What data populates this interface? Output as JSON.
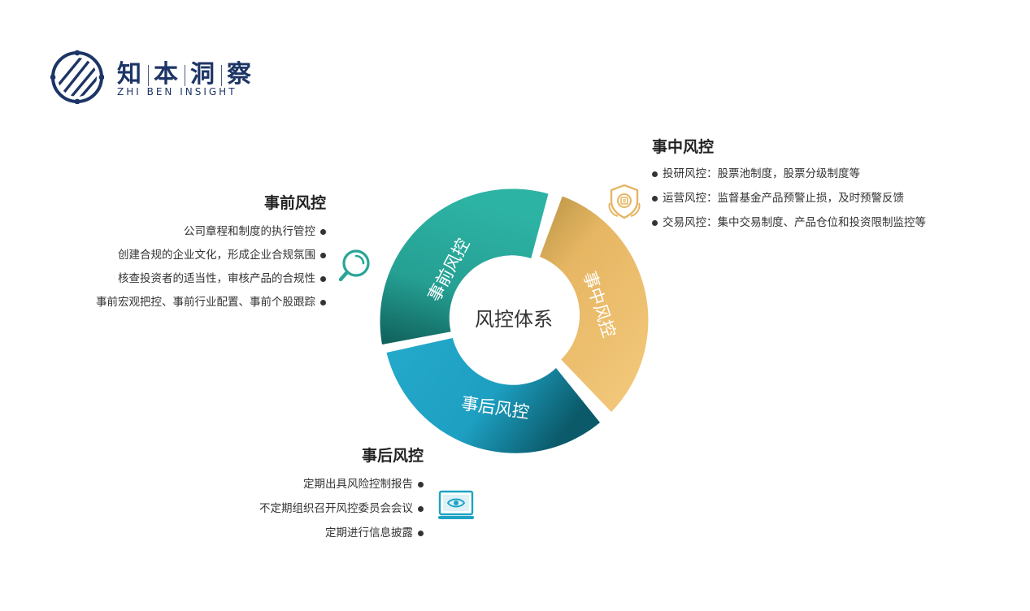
{
  "logo": {
    "cn_chars": [
      "知",
      "本",
      "洞",
      "察"
    ],
    "en": "ZHI BEN INSIGHT"
  },
  "center": {
    "label": "风控体系"
  },
  "segments": [
    {
      "label": "事前风控",
      "color": "#28a597"
    },
    {
      "label": "事中风控",
      "color": "#e6b663"
    },
    {
      "label": "事后风控",
      "color": "#1fa3c4"
    }
  ],
  "pre": {
    "title": "事前风控",
    "items": [
      "公司章程和制度的执行管控",
      "创建合规的企业文化，形成企业合规氛围",
      "核查投资者的适当性，审核产品的合规性",
      "事前宏观把控、事前行业配置、事前个股跟踪"
    ],
    "icon": "search-icon"
  },
  "mid": {
    "title": "事中风控",
    "items": [
      "投研风控：股票池制度，股票分级制度等",
      "运营风控：监督基金产品预警止损，及时预警反馈",
      "交易风控：集中交易制度、产品仓位和投资限制监控等"
    ],
    "icon": "shield-badge-icon"
  },
  "post": {
    "title": "事后风控",
    "items": [
      "定期出具风险控制报告",
      "不定期组织召开风控委员会会议",
      "定期进行信息披露"
    ],
    "icon": "monitor-eye-icon"
  },
  "colors": {
    "navy": "#1d3566",
    "teal": "#28a597",
    "gold": "#e6b663",
    "blue": "#1fa3c4"
  }
}
